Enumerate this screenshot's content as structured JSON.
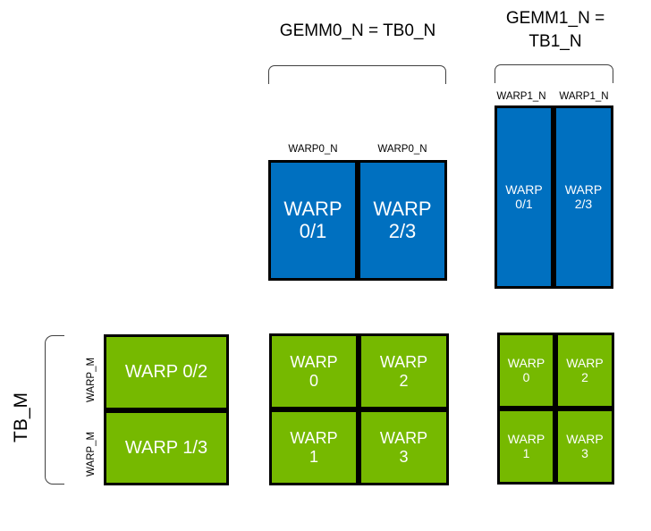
{
  "diagram": {
    "title_top_middle": "GEMM0_N = TB0_N",
    "title_top_right": "GEMM1_N =\nTB1_N",
    "left_axis_label": "TB_M",
    "colors": {
      "blue": "#0070C0",
      "green": "#76B900",
      "outline": "#000000",
      "brace": "#404040",
      "background": "#ffffff"
    },
    "middle_blue_group": {
      "top_labels": [
        "WARP0_N",
        "WARP0_N"
      ],
      "cells": [
        "WARP\n0/1",
        "WARP\n2/3"
      ]
    },
    "right_blue_group": {
      "top_labels": [
        "WARP1_N",
        "WARP1_N"
      ],
      "cells": [
        "WARP\n0/1",
        "WARP\n2/3"
      ]
    },
    "left_green_group": {
      "row_labels": [
        "WARP_M",
        "WARP_M"
      ],
      "cells": [
        "WARP 0/2",
        "WARP 1/3"
      ]
    },
    "middle_green_group": {
      "cells": [
        [
          "WARP\n0",
          "WARP\n2"
        ],
        [
          "WARP\n1",
          "WARP\n3"
        ]
      ]
    },
    "right_green_group": {
      "cells": [
        [
          "WARP\n0",
          "WARP\n2"
        ],
        [
          "WARP\n1",
          "WARP\n3"
        ]
      ]
    }
  }
}
